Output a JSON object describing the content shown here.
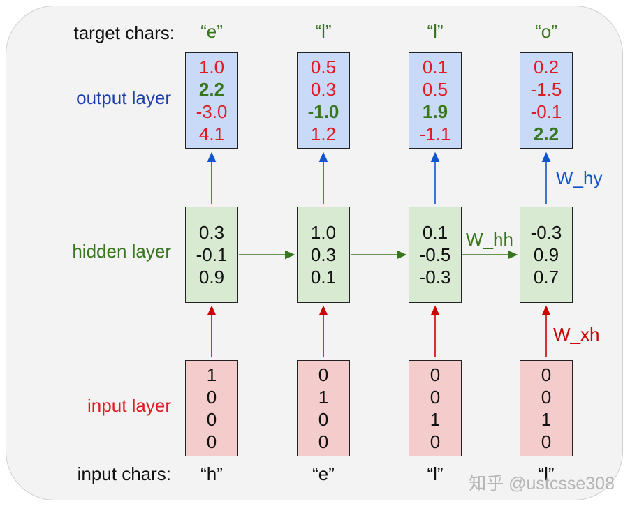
{
  "labels": {
    "target_chars": "target chars:",
    "output_layer": "output layer",
    "hidden_layer": "hidden layer",
    "input_layer": "input layer",
    "input_chars": "input chars:"
  },
  "weights": {
    "w_hy": "W_hy",
    "w_hh": "W_hh",
    "w_xh": "W_xh"
  },
  "colors": {
    "output": "#c9daf8",
    "hidden": "#d9ead3",
    "input": "#f4cccc",
    "output_text": "#e01b24",
    "best_text": "#38761d",
    "blue": "#1155cc",
    "green": "#38761d",
    "red": "#cc0000"
  },
  "steps": [
    {
      "target": "“e”",
      "output": [
        "1.0",
        "2.2",
        "-3.0",
        "4.1"
      ],
      "best": 1,
      "hidden": [
        "0.3",
        "-0.1",
        "0.9"
      ],
      "input": [
        "1",
        "0",
        "0",
        "0"
      ],
      "char": "“h”"
    },
    {
      "target": "“l”",
      "output": [
        "0.5",
        "0.3",
        "-1.0",
        "1.2"
      ],
      "best": 2,
      "hidden": [
        "1.0",
        "0.3",
        "0.1"
      ],
      "input": [
        "0",
        "1",
        "0",
        "0"
      ],
      "char": "“e”"
    },
    {
      "target": "“l”",
      "output": [
        "0.1",
        "0.5",
        "1.9",
        "-1.1"
      ],
      "best": 2,
      "hidden": [
        "0.1",
        "-0.5",
        "-0.3"
      ],
      "input": [
        "0",
        "0",
        "1",
        "0"
      ],
      "char": "“l”"
    },
    {
      "target": "“o”",
      "output": [
        "0.2",
        "-1.5",
        "-0.1",
        "2.2"
      ],
      "best": 3,
      "hidden": [
        "-0.3",
        "0.9",
        "0.7"
      ],
      "input": [
        "0",
        "0",
        "1",
        "0"
      ],
      "char": "“l”"
    }
  ],
  "watermark": "知乎 @ustcsse308"
}
